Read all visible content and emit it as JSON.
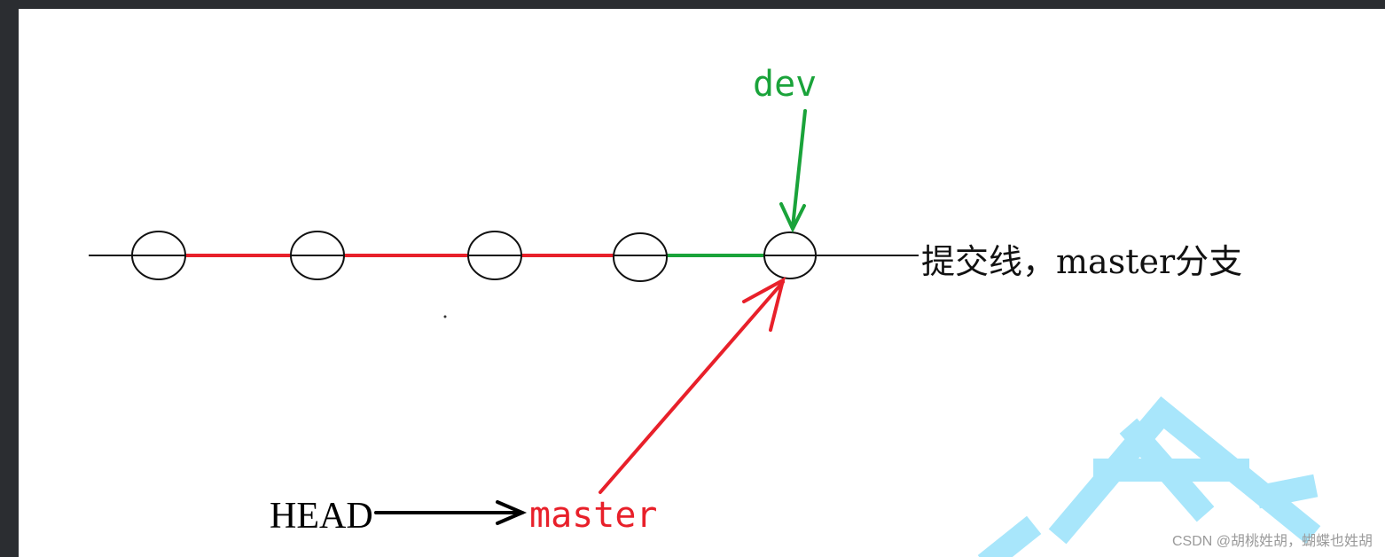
{
  "diagram": {
    "branch_label_dev": "dev",
    "commit_line_label": "提交线，master分支",
    "head_label": "HEAD",
    "branch_label_master": "master",
    "commit_count": 5
  },
  "colors": {
    "history_segment": "#e8202a",
    "dev_segment": "#1aa33a",
    "commit_line": "#111111",
    "watermark_shape": "#a8e6fb"
  },
  "watermark": {
    "text": "CSDN @胡桃姓胡，蝴蝶也姓胡"
  }
}
